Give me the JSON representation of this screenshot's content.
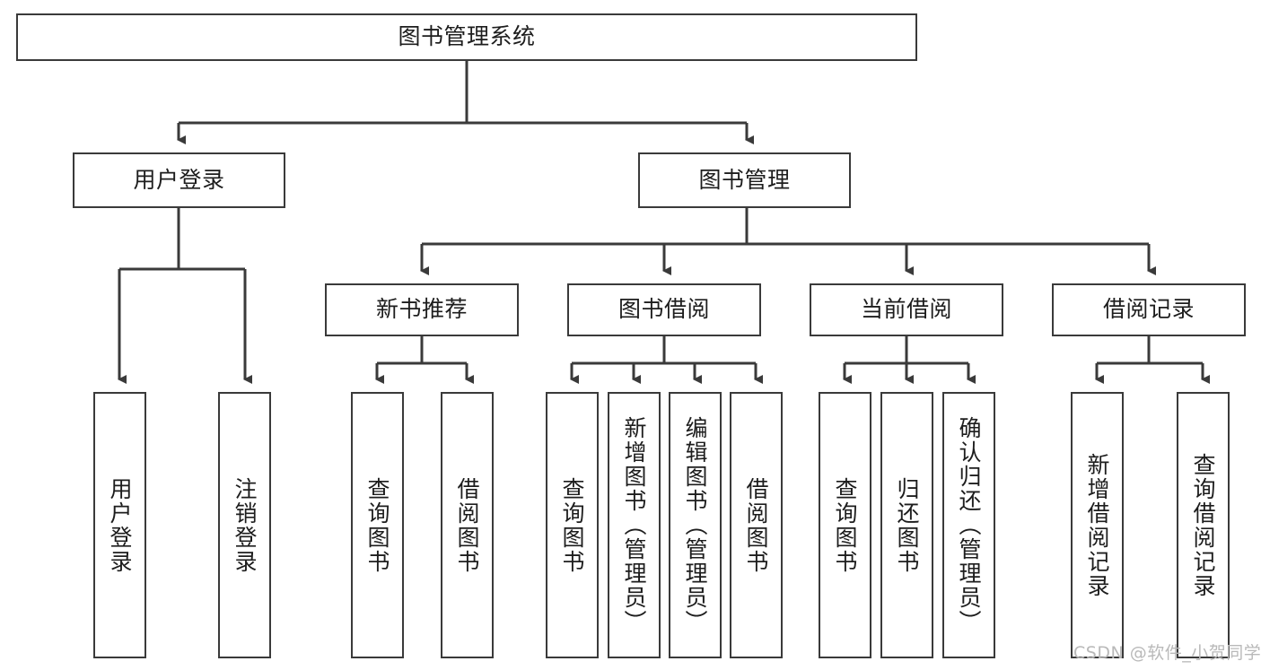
{
  "diagram": {
    "type": "tree-hierarchy",
    "title": "图书管理系统",
    "watermark": "CSDN @软件_小贺同学",
    "colors": {
      "box_border": "#3a3a3a",
      "box_fill": "#ffffff",
      "connector": "#3a3a3a",
      "text": "#1d1d1d",
      "watermark": "#b9b9b9",
      "background": "#ffffff"
    },
    "nodes": {
      "root": {
        "label": "图书管理系统"
      },
      "level2": [
        {
          "label": "用户登录"
        },
        {
          "label": "图书管理"
        }
      ],
      "level3": [
        {
          "label": "新书推荐"
        },
        {
          "label": "图书借阅"
        },
        {
          "label": "当前借阅"
        },
        {
          "label": "借阅记录"
        }
      ],
      "leaves": {
        "user_login": [
          {
            "label": "用户登录"
          },
          {
            "label": "注销登录"
          }
        ],
        "new_book": [
          {
            "label": "查询图书"
          },
          {
            "label": "借阅图书"
          }
        ],
        "book_borrow": [
          {
            "label": "查询图书"
          },
          {
            "label": "新增图书（管理员）"
          },
          {
            "label": "编辑图书（管理员）"
          },
          {
            "label": "借阅图书"
          }
        ],
        "current_borrow": [
          {
            "label": "查询图书"
          },
          {
            "label": "归还图书"
          },
          {
            "label": "确认归还（管理员）"
          }
        ],
        "borrow_record": [
          {
            "label": "新增借阅记录"
          },
          {
            "label": "查询借阅记录"
          }
        ]
      }
    }
  }
}
